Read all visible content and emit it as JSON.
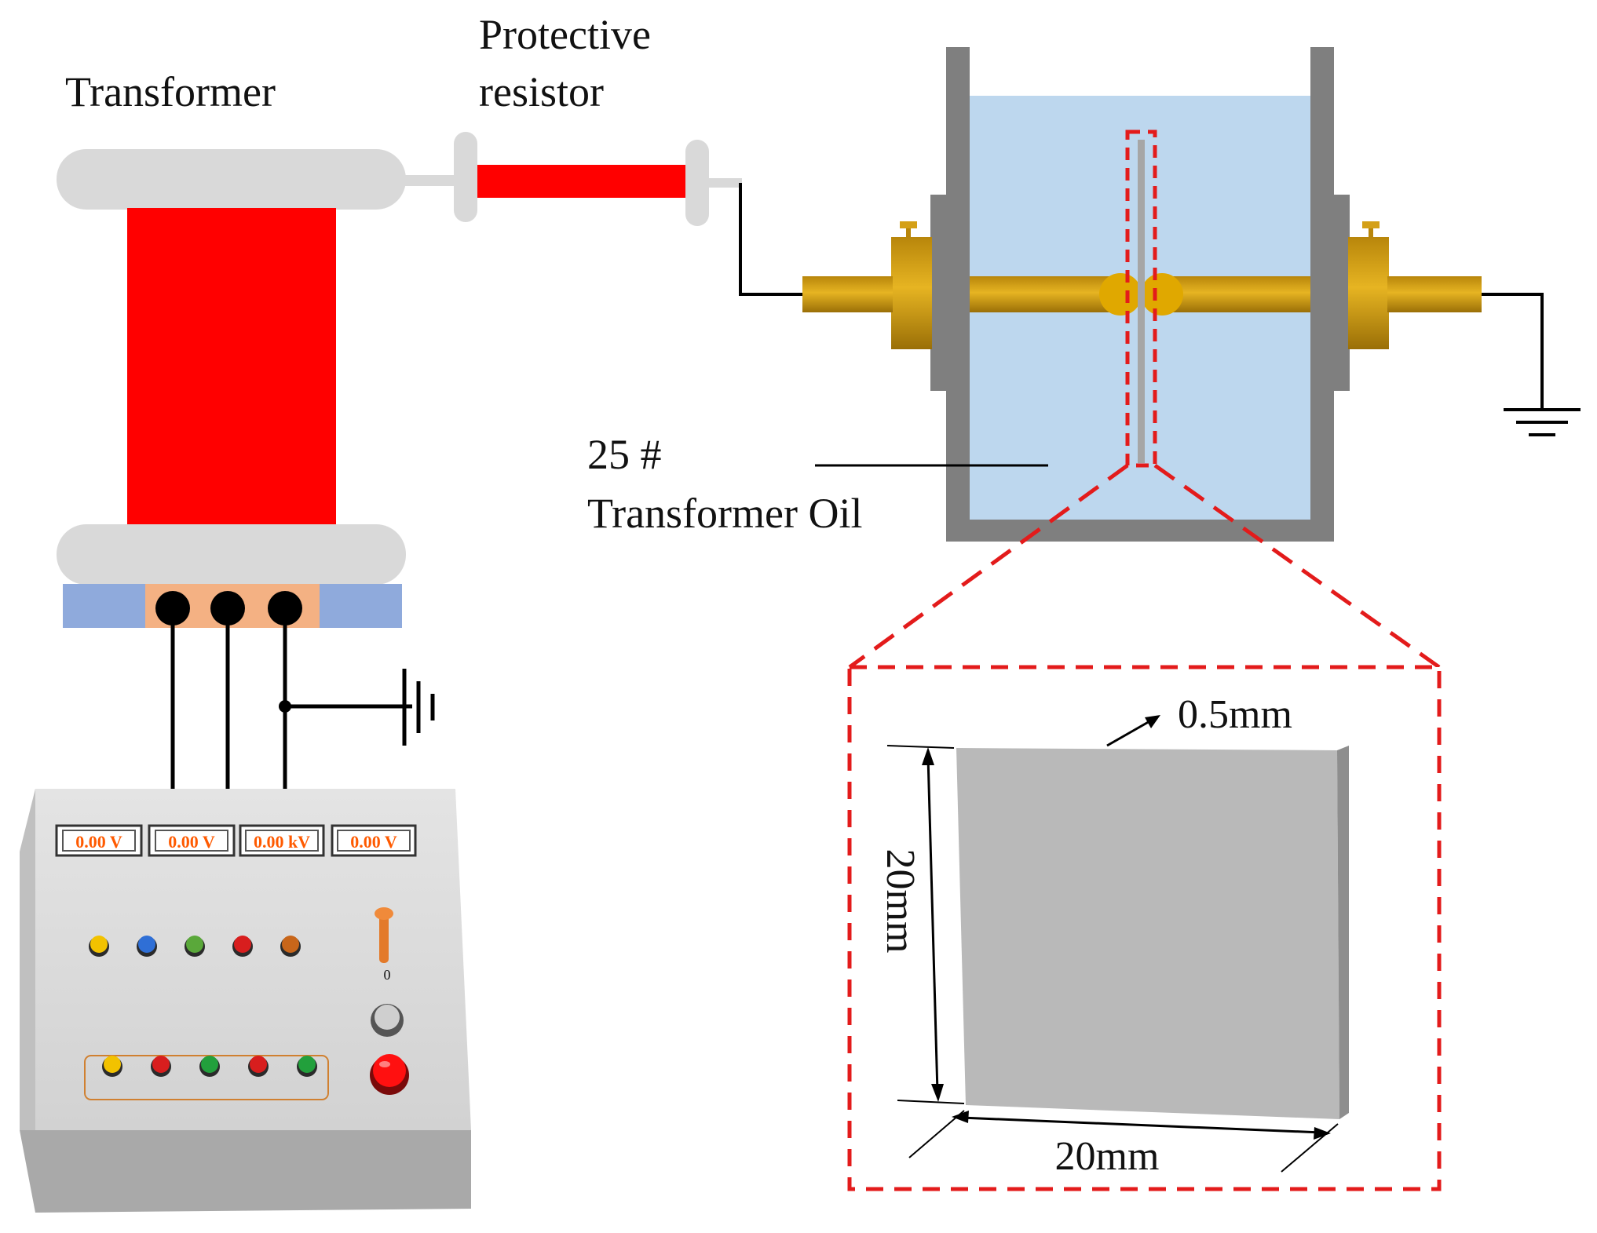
{
  "labels": {
    "transformer": "Transformer",
    "protective_line1": "Protective",
    "protective_line2": "resistor",
    "oil_line1": "25 #",
    "oil_line2": "Transformer  Oil",
    "thickness": "0.5mm",
    "height": "20mm",
    "width": "20mm"
  },
  "console": {
    "meters": [
      "0.00 V",
      "0.00 V",
      "0.00 kV",
      "0.00 V"
    ],
    "switch_label": "0",
    "indicator_colors_top": [
      "#f2c200",
      "#2f6fd6",
      "#5aa83a",
      "#d81e1e",
      "#c8661a"
    ],
    "indicator_colors_bottom": [
      "#f2c200",
      "#d81e1e",
      "#22a03c",
      "#d81e1e",
      "#22a03c"
    ]
  },
  "colors": {
    "coil": "#ff0000",
    "oil": "#bdd7ee",
    "electrode": "#d4a017",
    "zoom_frame": "#e31b1b",
    "sample": "#b9b9b9",
    "vessel": "#7f7f7f"
  }
}
